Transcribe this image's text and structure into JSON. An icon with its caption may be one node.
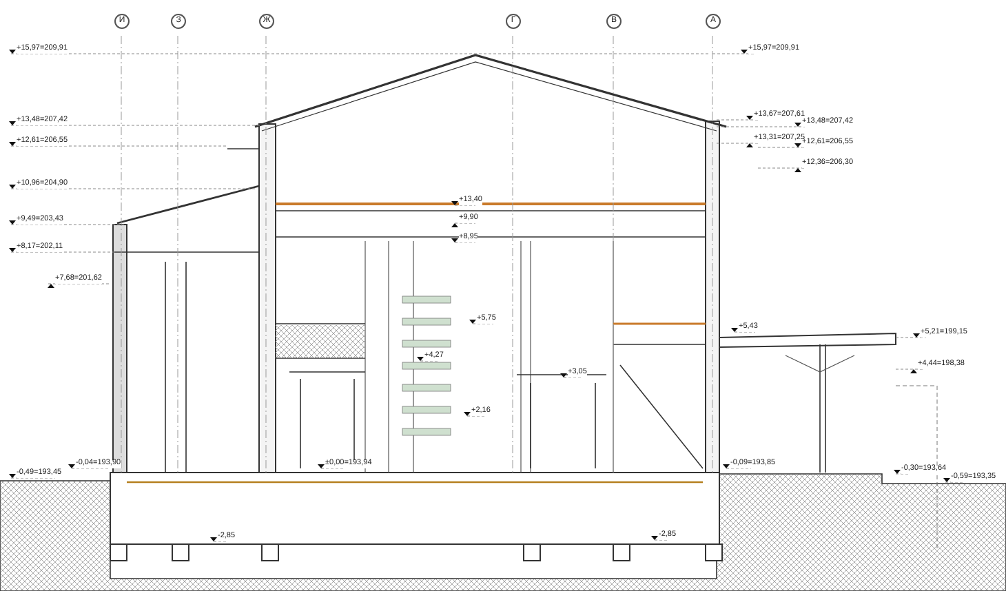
{
  "diagram": {
    "labels": [
      "И",
      "З",
      "Ж",
      "Г",
      "В",
      "А",
      "+15,97=209,91",
      "+15,97=209,91",
      "+13,48=207,42",
      "+13,67=207,61",
      "+13,48=207,42",
      "+13,31=207,25",
      "+12,61=206,55",
      "+12,61=206,55",
      "+12,36=206,30",
      "+10,96=204,90",
      "+9,49=203,43",
      "+8,17=202,11",
      "+7,68=201,62",
      "+13,40",
      "+9,90",
      "+8,95",
      "+5,75",
      "+4,27",
      "+3,05",
      "+2,16",
      "+5,43",
      "+5,21=199,15",
      "+4,44=198,38",
      "-0,04=193,90",
      "-0,49=193,45",
      "±0,00=193,94",
      "-0,09=193,85",
      "-0,30=193,64",
      "-0,59=193,35",
      "-2,85",
      "-2,85"
    ]
  }
}
